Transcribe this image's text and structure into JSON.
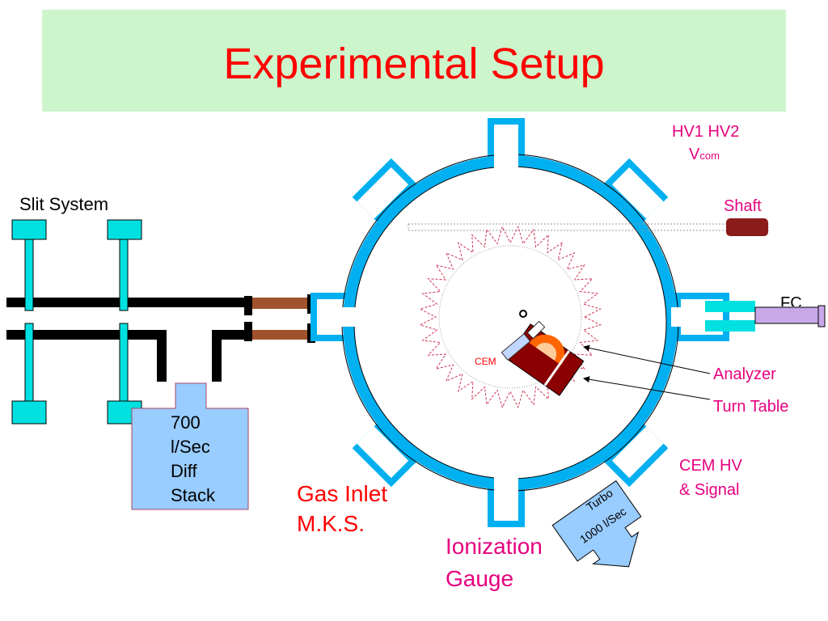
{
  "slide": {
    "title": "Experimental Setup"
  },
  "labels": {
    "slit_system": "Slit System",
    "pump_line1": "700",
    "pump_line2": "l/Sec",
    "pump_line3": "Diff",
    "pump_line4": "Stack",
    "gas_inlet_line1": "Gas Inlet",
    "gas_inlet_line2": "M.K.S.",
    "ionization_line1": "Ionization",
    "ionization_line2": "Gauge",
    "turbo_line1": "Turbo",
    "turbo_line2": "1000 l/Sec",
    "cem": "CEM",
    "cem_hv_line1": "CEM HV",
    "cem_hv_line2": "& Signal",
    "analyzer": "Analyzer",
    "turn_table": "Turn Table",
    "hv": "HV1 HV2",
    "vcom_main": "V",
    "vcom_sub": "com",
    "shaft": "Shaft",
    "fc": "FC"
  },
  "colors": {
    "title": "#ff0000",
    "banner": "#ccf5cc",
    "chamber_wall": "#00b0f0",
    "chamber_inner": "#2ec8f0",
    "slit_cyan": "#00e0e0",
    "pump_fill": "#99ccff",
    "flange_brown": "#a0522d",
    "turntable": "#8b0000",
    "shaft": "#8b1a1a",
    "analyzer_orange": "#ff6600",
    "heater_zigzag": "#cc3355",
    "fc_purple": "#c8a8e8",
    "label_red": "#ff0000",
    "label_magenta": "#e6007e"
  }
}
